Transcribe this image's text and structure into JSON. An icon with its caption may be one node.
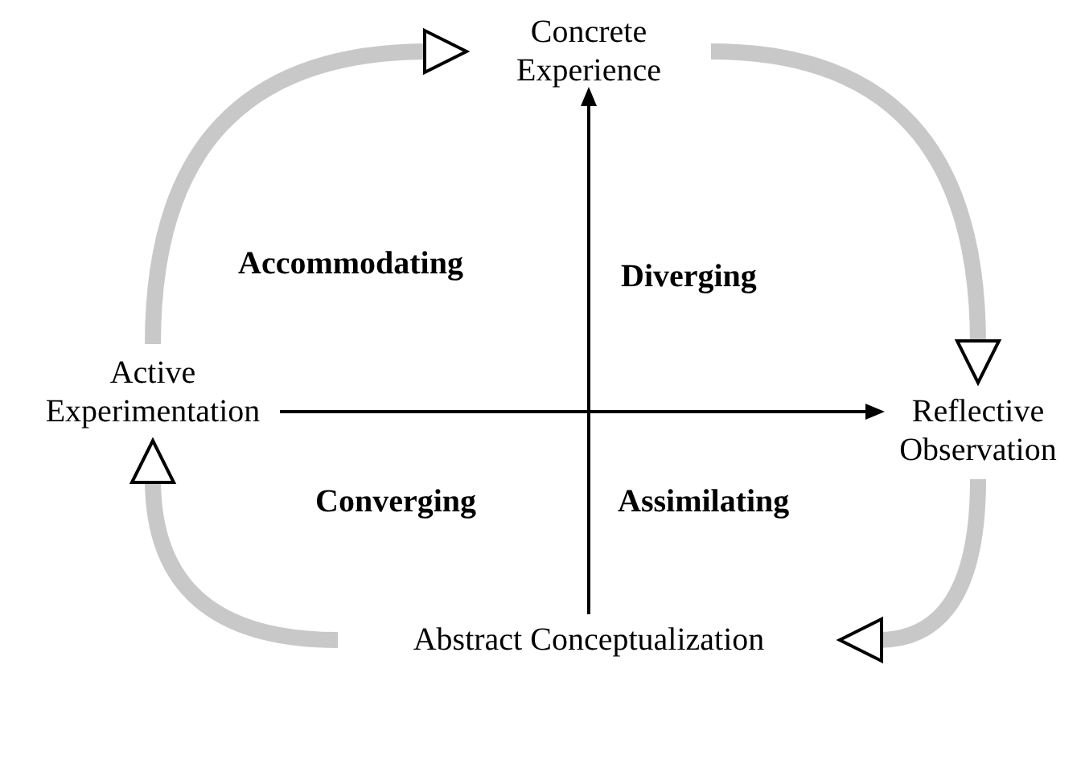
{
  "diagram": {
    "nodes": [
      {
        "text": [
          "Concrete Experience"
        ]
      },
      {
        "text": [
          "Reflective Observation"
        ]
      },
      {
        "text": [
          "Abstract Conceptualization"
        ]
      },
      {
        "text": [
          "Active Experimentation"
        ]
      }
    ],
    "edges": [
      {
        "from": 2,
        "to": 0,
        "arrow": "to",
        "color": "#000000"
      },
      {
        "from": 3,
        "to": 1,
        "arrow": "to",
        "color": "#000000"
      },
      {
        "from": 0,
        "to": 1,
        "arrow": "to"
      },
      {
        "from": 1,
        "to": 2,
        "arrow": "to"
      },
      {
        "from": 2,
        "to": 3,
        "arrow": "to"
      },
      {
        "from": 3,
        "to": 0,
        "arrow": "to"
      }
    ],
    "labels": [
      "Accommodating",
      "Diverging",
      "Converging",
      "Assimilating"
    ]
  }
}
